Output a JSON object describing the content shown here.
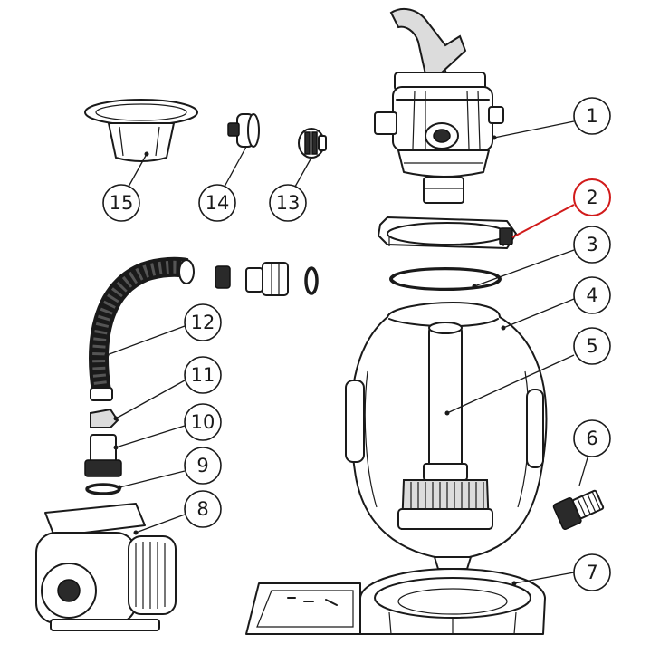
{
  "diagram": {
    "accent_color": "#d11a1a",
    "highlighted_callout": "2",
    "callouts": [
      {
        "label": "1",
        "part": "multiport-valve"
      },
      {
        "label": "2",
        "part": "tank-clamp"
      },
      {
        "label": "3",
        "part": "o-ring"
      },
      {
        "label": "4",
        "part": "tank"
      },
      {
        "label": "5",
        "part": "laterals-assembly"
      },
      {
        "label": "6",
        "part": "drain-plug"
      },
      {
        "label": "7",
        "part": "base"
      },
      {
        "label": "8",
        "part": "pump-motor"
      },
      {
        "label": "9",
        "part": "washer"
      },
      {
        "label": "10",
        "part": "hose-connector"
      },
      {
        "label": "11",
        "part": "hose-nut"
      },
      {
        "label": "12",
        "part": "hose"
      },
      {
        "label": "13",
        "part": "sight-glass"
      },
      {
        "label": "14",
        "part": "pressure-gauge"
      },
      {
        "label": "15",
        "part": "strainer-basket"
      }
    ]
  }
}
